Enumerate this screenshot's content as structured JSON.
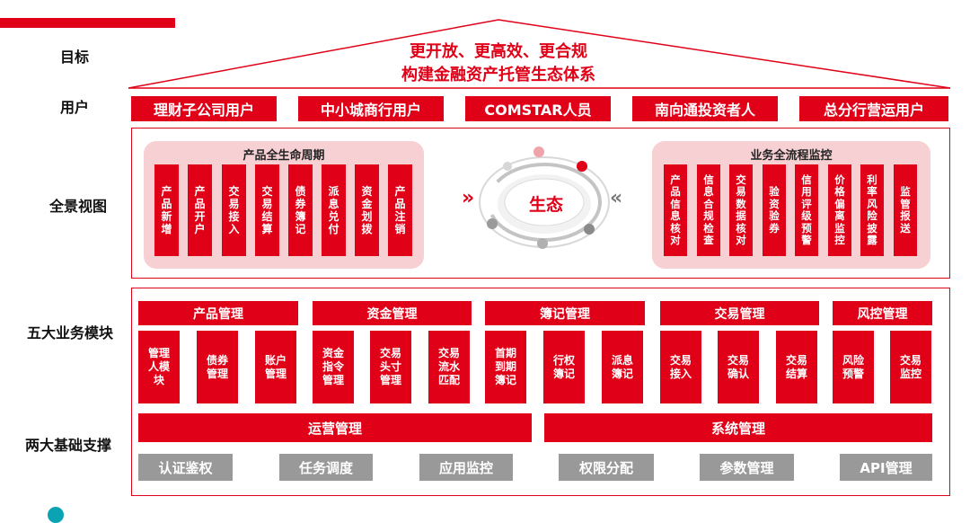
{
  "labels": {
    "goal": "目标",
    "users": "用户",
    "panorama": "全景视图",
    "five_modules": "五大业务模块",
    "two_support": "两大基础支撑"
  },
  "goal": {
    "line1": "更开放、更高效、更合规",
    "line2": "构建金融资产托管生态体系"
  },
  "users": [
    "理财子公司用户",
    "中小城商行用户",
    "COMSTAR人员",
    "南向通投资者人",
    "总分行营运用户"
  ],
  "lifecycle": {
    "title": "产品全生命周期",
    "items": [
      "产品新增",
      "产品开户",
      "交易接入",
      "交易结算",
      "债券簿记",
      "派息兑付",
      "资金划拨",
      "产品注销"
    ]
  },
  "ecology": {
    "label": "生态",
    "left_arrow": "»",
    "right_arrow": "«"
  },
  "monitoring": {
    "title": "业务全流程监控",
    "items": [
      "产品信息核对",
      "信息合规检查",
      "交易数据核对",
      "验资验券",
      "信用评级预警",
      "价格偏离监控",
      "利率风险披露",
      "监管报送"
    ]
  },
  "modules": [
    {
      "title": "产品管理",
      "items": [
        "管理人模块",
        "债券管理",
        "账户管理"
      ]
    },
    {
      "title": "资金管理",
      "items": [
        "资金指令管理",
        "交易头寸管理",
        "交易流水匹配"
      ]
    },
    {
      "title": "簿记管理",
      "items": [
        "首期到期簿记",
        "行权簿记",
        "派息簿记"
      ]
    },
    {
      "title": "交易管理",
      "items": [
        "交易接入",
        "交易确认",
        "交易结算"
      ]
    },
    {
      "title": "风控管理",
      "items": [
        "风险预警",
        "交易监控"
      ]
    }
  ],
  "support": {
    "ops_title": "运营管理",
    "sys_title": "系统管理",
    "items": [
      "认证鉴权",
      "任务调度",
      "应用监控",
      "权限分配",
      "参数管理",
      "API管理"
    ]
  },
  "colors": {
    "brand_red": "#e00017",
    "pink_panel": "#f7d0d3",
    "gray": "#999999"
  }
}
